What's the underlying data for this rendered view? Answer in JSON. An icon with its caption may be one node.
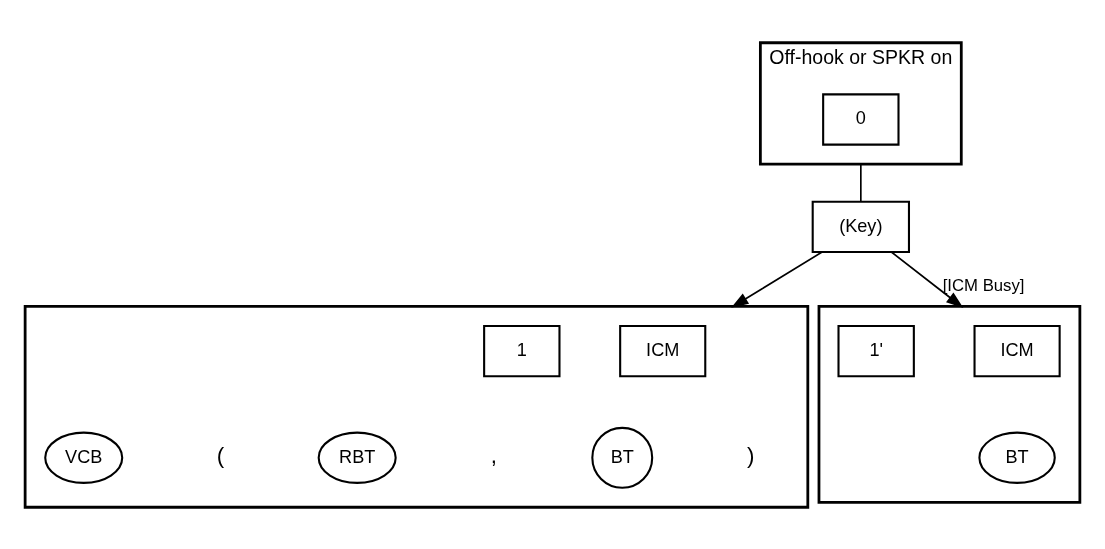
{
  "diagram": {
    "nodes": [
      {
        "text": [
          "Off-hook or SPKR on"
        ]
      },
      {
        "text": [
          "0"
        ],
        "in": 0
      },
      {
        "text": [
          "(Key)"
        ]
      },
      {
        "text": [],
        "shape": "box"
      },
      {
        "text": [
          "1"
        ],
        "in": 3
      },
      {
        "text": [
          "ICM"
        ],
        "in": 3
      },
      {
        "text": [
          "VCB"
        ],
        "in": 3
      },
      {
        "text": [
          "RBT"
        ],
        "in": 3
      },
      {
        "text": [
          "BT"
        ],
        "in": 3
      },
      {
        "text": [],
        "shape": "box"
      },
      {
        "text": [
          "1'"
        ],
        "in": 9
      },
      {
        "text": [
          "ICM"
        ],
        "in": 9
      },
      {
        "text": [
          "BT"
        ],
        "in": 9
      }
    ],
    "edges": [
      {
        "from": 0,
        "to": 2,
        "arrow": "none"
      },
      {
        "from": 2,
        "to": 3,
        "arrow": "to"
      },
      {
        "from": 2,
        "to": 9,
        "arrow": "to",
        "label": "[ICM Busy]"
      }
    ],
    "labels": [
      "(",
      ",",
      ")"
    ]
  }
}
